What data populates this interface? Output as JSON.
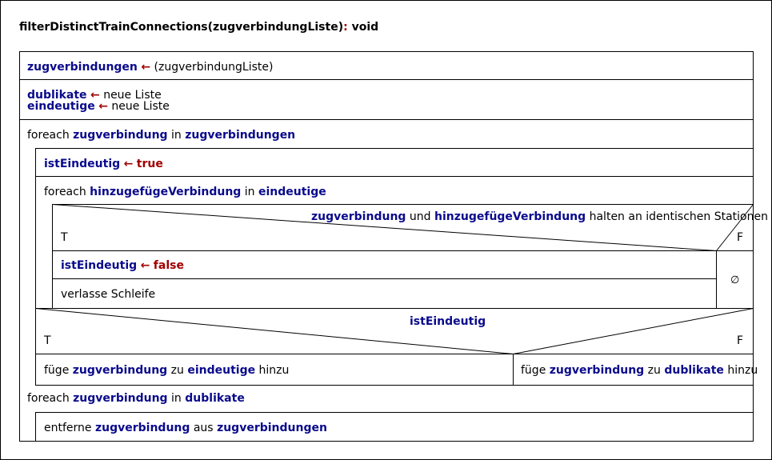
{
  "title": {
    "name": "filterDistinctTrainConnections(zugverbindungListe)",
    "colon": ":",
    "ret": "void"
  },
  "arrow": "←",
  "rows": {
    "assign1": {
      "var": "zugverbindungen",
      "rest": " (zugverbindungListe)"
    },
    "assign2": {
      "var": "dublikate",
      "rest": " neue Liste"
    },
    "assign3": {
      "var": "eindeutige",
      "rest": " neue Liste"
    },
    "loop1": {
      "kw": "foreach ",
      "var": "zugverbindung",
      "in": " in ",
      "coll": "zugverbindungen"
    },
    "assign4": {
      "var": "istEindeutig",
      "val": "true"
    },
    "loop2": {
      "kw": "foreach ",
      "var": "hinzugefügeVerbindung",
      "in": " in ",
      "coll": "eindeutige"
    },
    "cond1": {
      "a": "zugverbindung",
      "und": " und ",
      "b": "hinzugefügeVerbindung",
      "rest": " halten an identischen Stationen",
      "t": "T",
      "f": "F"
    },
    "assign5": {
      "var": "istEindeutig",
      "val": "false"
    },
    "break": "verlasse Schleife",
    "empty": "∅",
    "cond2": {
      "var": "istEindeutig",
      "t": "T",
      "f": "F"
    },
    "addT": {
      "pre": "füge ",
      "var": "zugverbindung",
      "mid": " zu ",
      "coll": "eindeutige",
      "post": " hinzu"
    },
    "addF": {
      "pre": "füge ",
      "var": "zugverbindung",
      "mid": " zu ",
      "coll": "dublikate",
      "post": " hinzu"
    },
    "loop3": {
      "kw": "foreach ",
      "var": "zugverbindung",
      "in": " in ",
      "coll": "dublikate"
    },
    "remove": {
      "pre": "entferne ",
      "var": "zugverbindung",
      "mid": " aus ",
      "coll": "zugverbindungen"
    }
  }
}
